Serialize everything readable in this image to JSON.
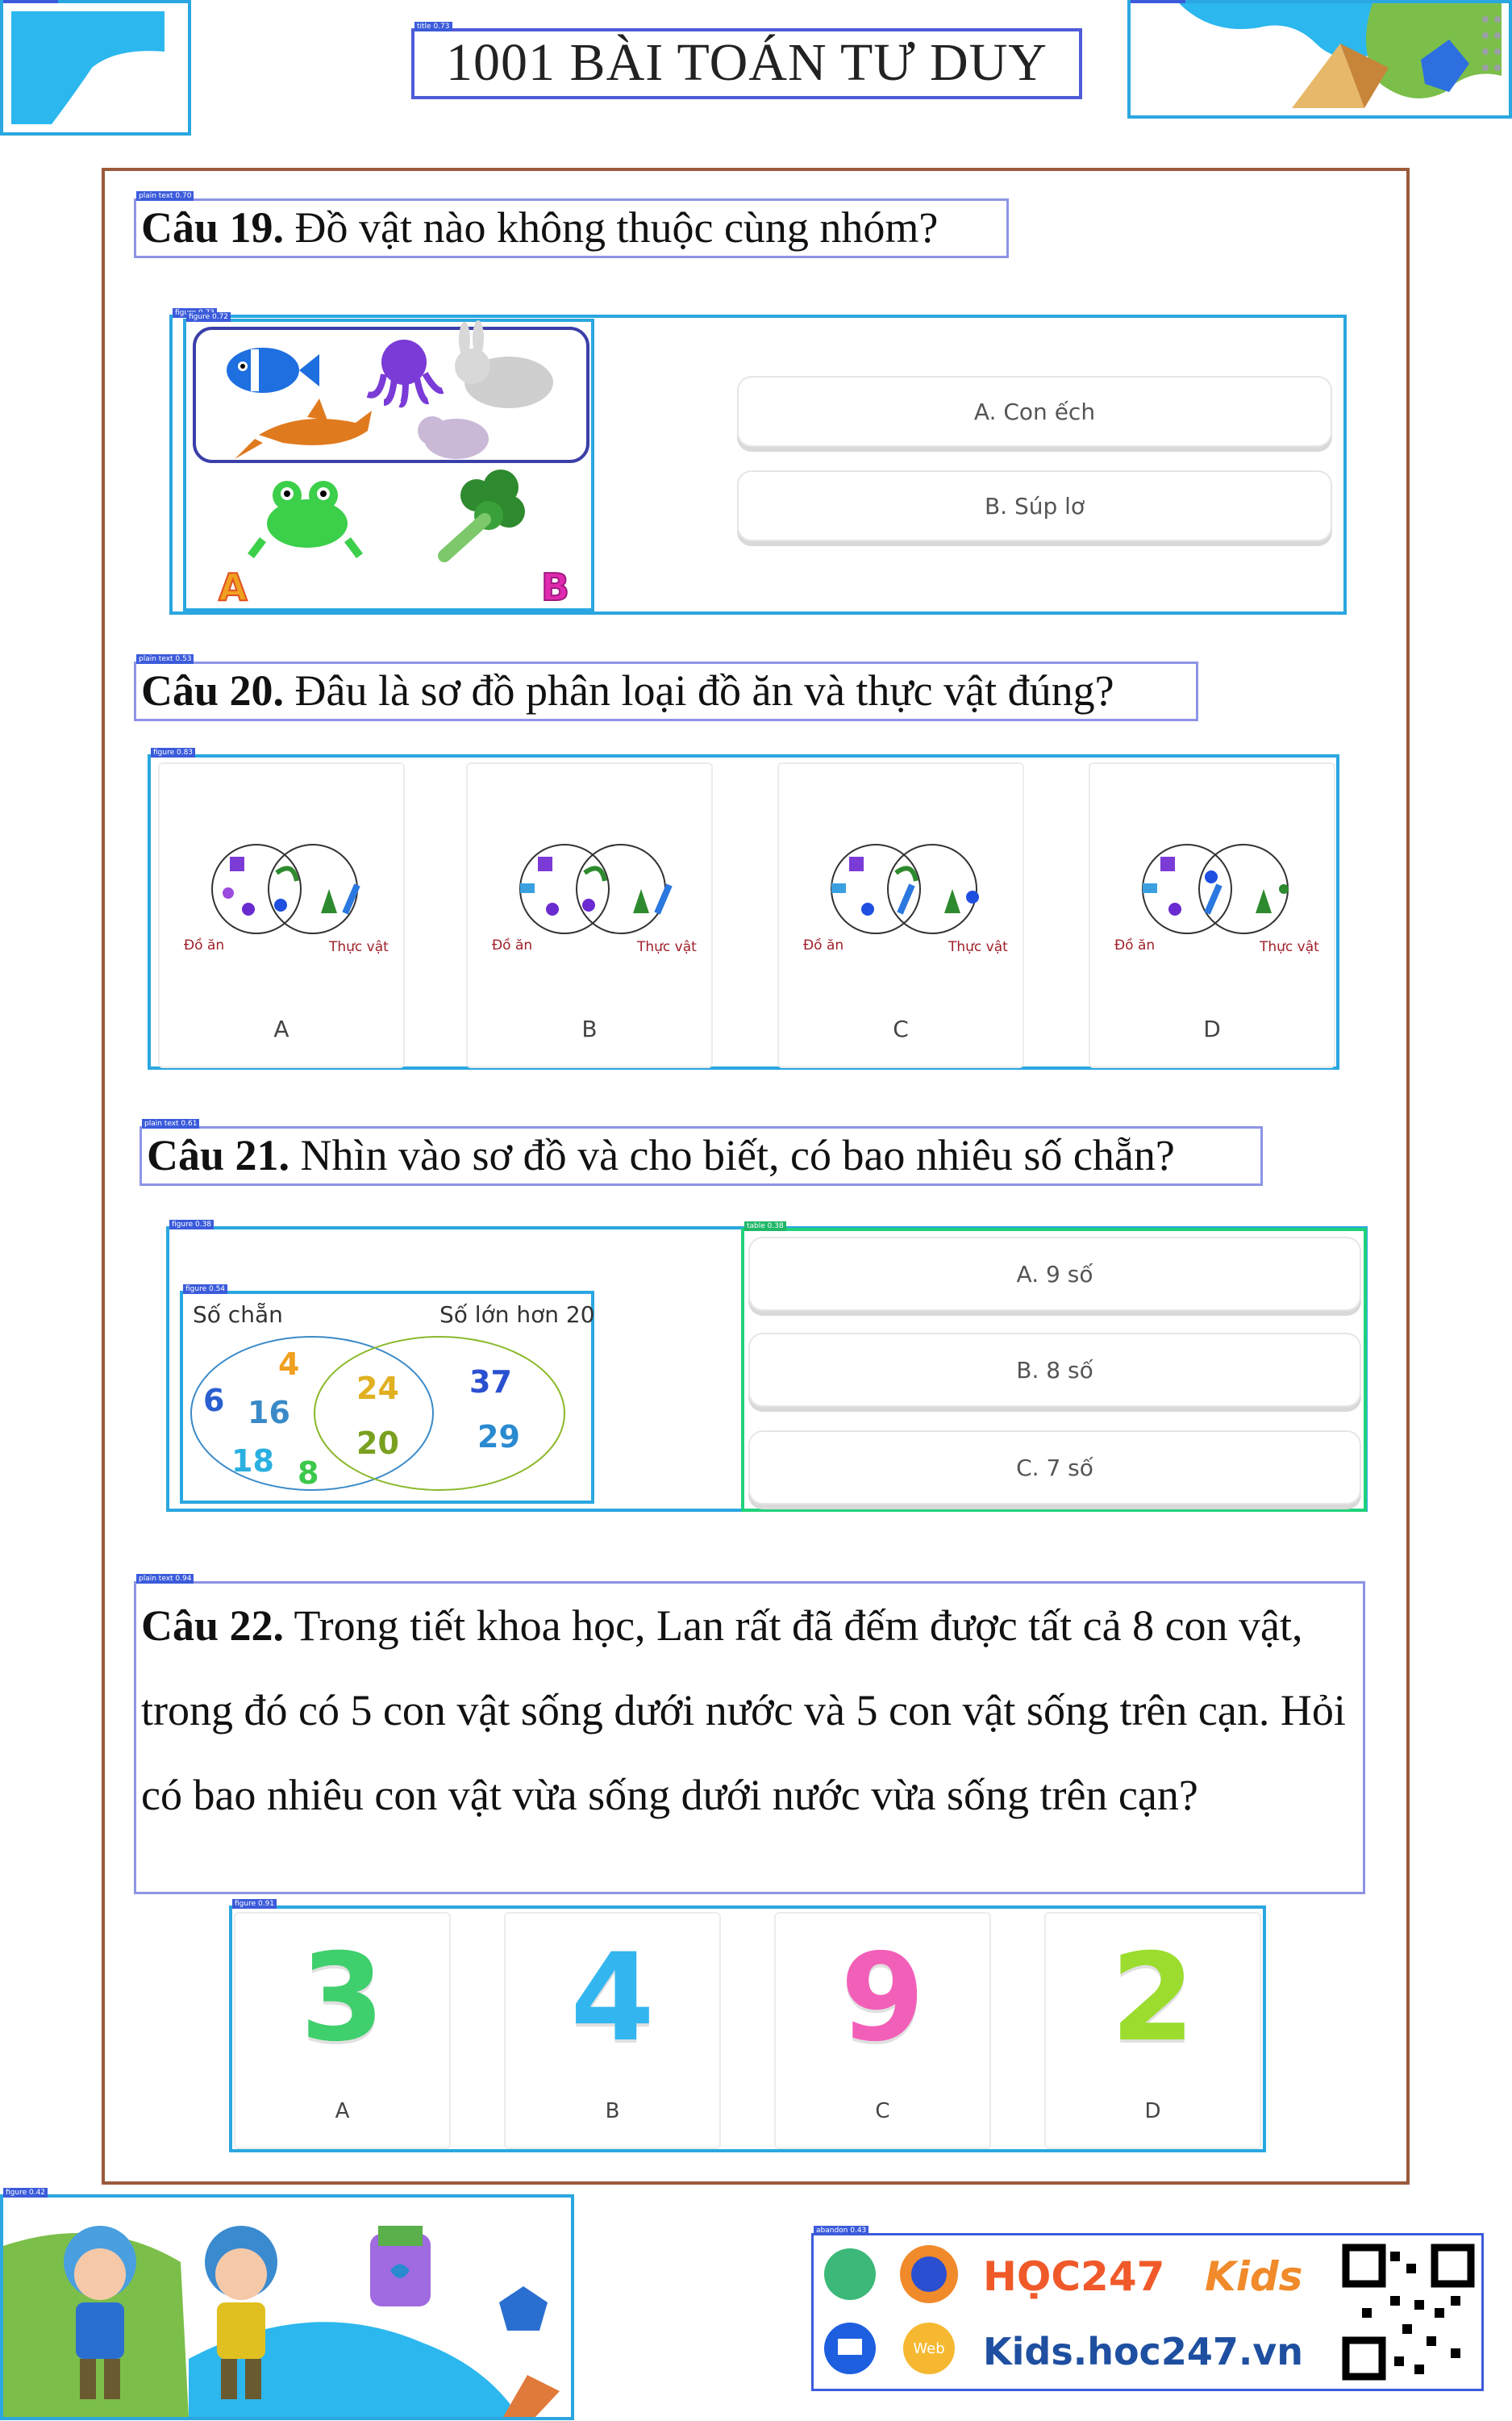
{
  "header": {
    "title": "1001 BÀI TOÁN TƯ DUY"
  },
  "q19": {
    "number": "Câu 19.",
    "text": " Đồ vật nào không thuộc cùng nhóm?",
    "letters": [
      "A",
      "B"
    ],
    "options": [
      "A. Con ếch",
      "B. Súp lơ"
    ]
  },
  "q20": {
    "number": "Câu 20.",
    "text": " Đâu là sơ đồ phân loại đồ ăn và thực vật đúng?",
    "food_label": "Đồ ăn",
    "plant_label": "Thực vật",
    "cards": [
      {
        "label": "A"
      },
      {
        "label": "B"
      },
      {
        "label": "C"
      },
      {
        "label": "D"
      }
    ]
  },
  "q21": {
    "number": "Câu 21.",
    "text": " Nhìn vào sơ đồ và cho biết, có bao nhiêu số chẵn?",
    "left_set": "Số chẵn",
    "right_set": "Số lớn hơn 20",
    "numbers": [
      "4",
      "6",
      "16",
      "18",
      "8",
      "24",
      "20",
      "37",
      "29"
    ],
    "options": [
      "A. 9 số",
      "B. 8 số",
      "C. 7 số"
    ]
  },
  "q22": {
    "number": "Câu 22.",
    "text": " Trong tiết khoa học, Lan rất đã đếm được tất cả 8 con vật, trong đó có 5 con vật sống dưới nước và 5 con vật sống trên cạn. Hỏi có bao nhiêu con vật vừa sống dưới nước vừa sống trên cạn?",
    "answers": [
      {
        "value": "3",
        "label": "A",
        "color": "#3fcf6d"
      },
      {
        "value": "4",
        "label": "B",
        "color": "#33b6ef"
      },
      {
        "value": "9",
        "label": "C",
        "color": "#f25fb8"
      },
      {
        "value": "2",
        "label": "D",
        "color": "#9bdc2e"
      }
    ]
  },
  "footer": {
    "brand_top": "HỌC247",
    "brand_kids": "Kids",
    "brand_site": "Kids.hoc247.vn",
    "web_badge": "Web"
  },
  "colors": {
    "detection_border": "#8d94e6",
    "figure_border": "#2aa7e0",
    "frame": "#9b5a3c"
  }
}
